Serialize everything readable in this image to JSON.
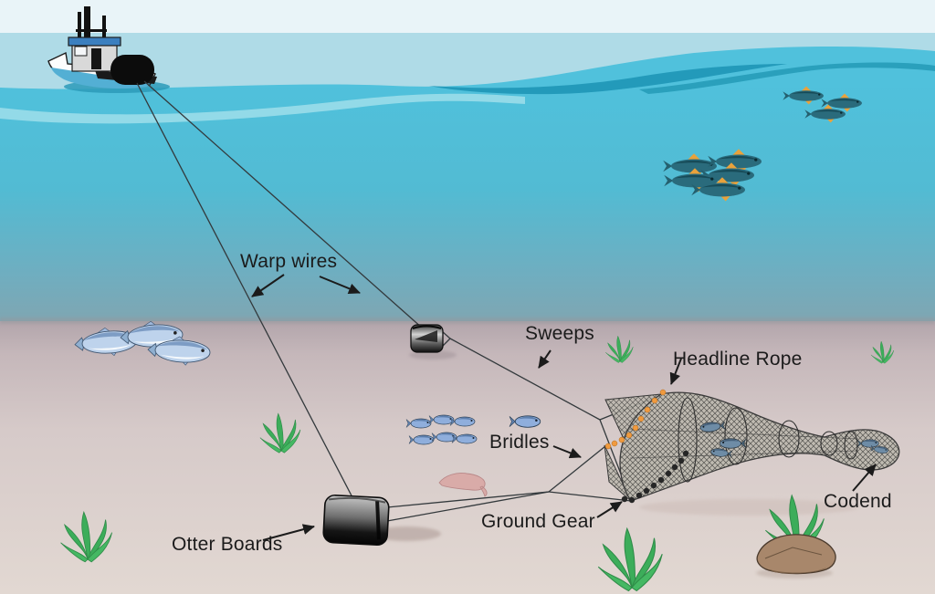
{
  "labels": {
    "warp_wires": "Warp wires",
    "sweeps": "Sweeps",
    "headline_rope": "Headline Rope",
    "bridles": "Bridles",
    "ground_gear": "Ground Gear",
    "otter_boards": "Otter Boards",
    "codend": "Codend"
  },
  "colors": {
    "sky": "#E9F4F8",
    "horizon_band": "#AFDBE7",
    "water_surface": "#50C1DC",
    "water_deep": "#7FA6B2",
    "wave_light": "#9ADDE9",
    "wave_dark": "#1E96B6",
    "seafloor_top": "#B2A5AB",
    "seafloor_bottom": "#E2D8D2",
    "net_mesh_fill": "#BDB9AF",
    "net_line": "#3A3A3A",
    "headline_floats": "#F09A3E",
    "ground_gear_weights": "#262626",
    "seaweed": "#3CAD5A",
    "rock": "#A8876B",
    "label_text": "#1B1B1B",
    "boat_roof": "#3B7FBF",
    "boat_cabin": "#D9D9D9",
    "boat_hull_lower": "#53AFD4"
  },
  "graphics": {
    "fishing_vessel": "trawler boat with cabin, masts and stern net drum",
    "warp_wires": "two wires from vessel to otter boards",
    "otter_boards": "two dark trawl doors on seabed",
    "sweeps_bridles": "lines joining otter boards to net mouth",
    "trawl_net": "cone-shaped mesh net with hoops tapering to codend",
    "headline_float_line": "orange float dots on upper net mouth",
    "ground_gear_footrope": "black weight dots on lower net mouth",
    "fish_schools": "surface school, midwater school, seafloor fish, school near bridles, fish inside net and codend",
    "sea_cucumber": "small pink creature on seabed",
    "seaweed_clumps": "green weed tufts on seabed",
    "rock": "brown rock with weed at lower right"
  }
}
